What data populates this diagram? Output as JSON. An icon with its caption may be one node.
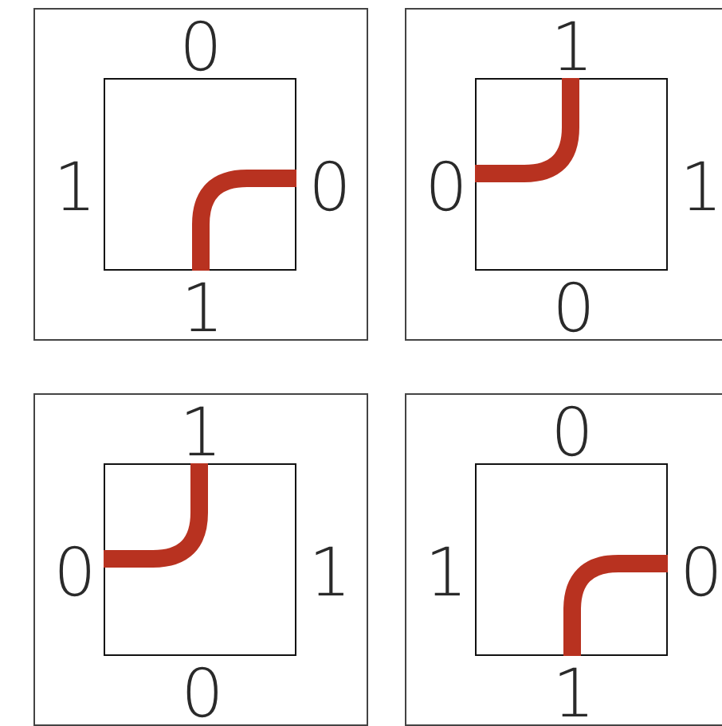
{
  "diagram": {
    "nodes": [
      {
        "text": [
          "0",
          "1",
          "0",
          "1"
        ]
      },
      {
        "text": [],
        "shape": "box",
        "in": 0
      },
      {
        "text": [
          "1",
          "0",
          "1",
          "0"
        ]
      },
      {
        "text": [],
        "shape": "box",
        "in": 2
      },
      {
        "text": [
          "1",
          "0",
          "1",
          "0"
        ]
      },
      {
        "text": [],
        "shape": "box",
        "in": 4
      },
      {
        "text": [
          "0",
          "1",
          "0",
          "1"
        ]
      },
      {
        "text": [],
        "shape": "box",
        "in": 6
      }
    ]
  }
}
